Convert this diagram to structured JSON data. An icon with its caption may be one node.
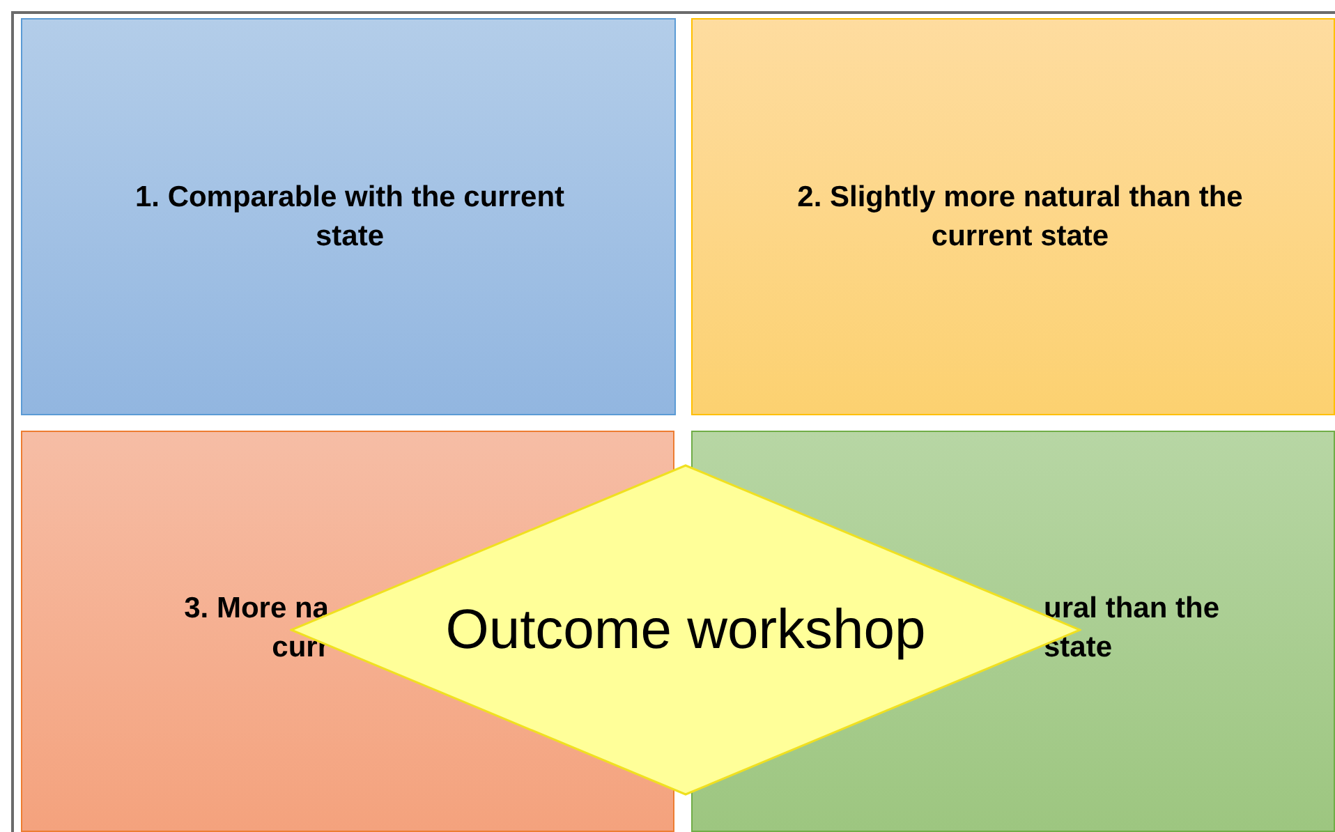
{
  "diagram": {
    "nodes": [
      {
        "text": [
          "1. Comparable with the current state"
        ]
      },
      {
        "text": [
          "2. Slightly more natural than the current state"
        ]
      },
      {
        "text": [
          "3. More na",
          "curr"
        ]
      },
      {
        "text": [
          "ural than the",
          "state"
        ]
      },
      {
        "text": [
          "Outcome workshop"
        ]
      }
    ]
  }
}
